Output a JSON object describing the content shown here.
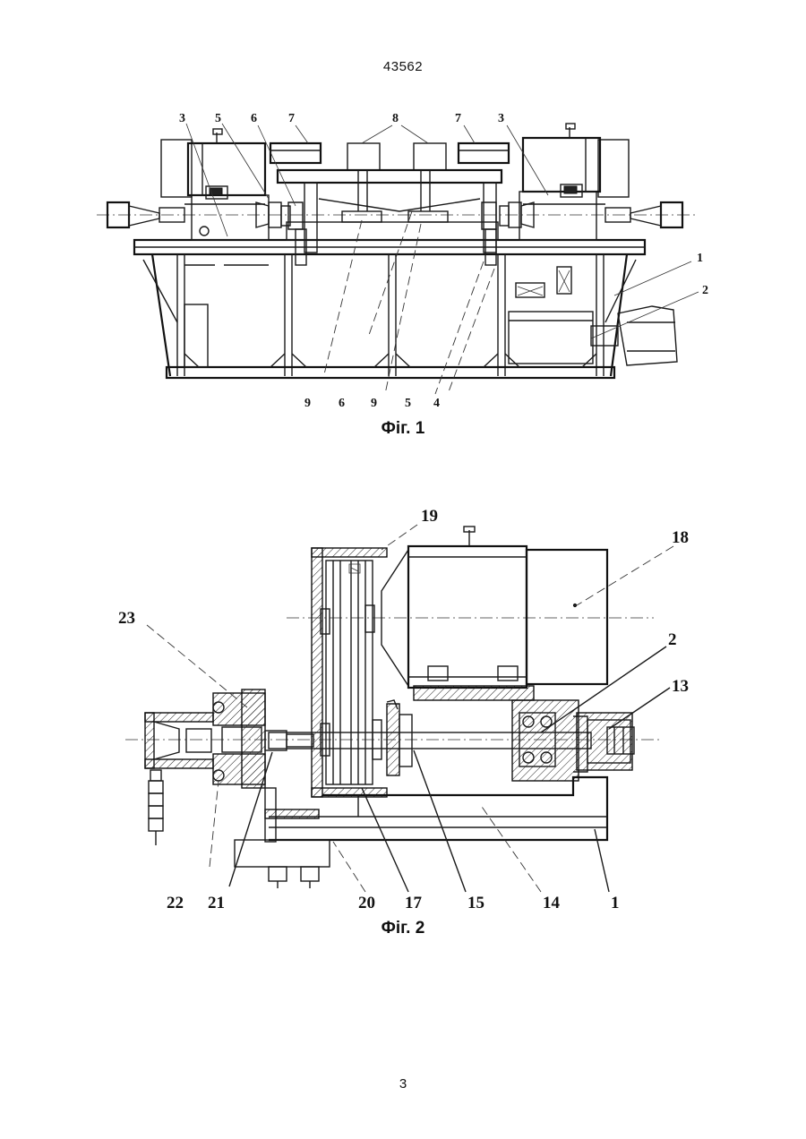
{
  "header": {
    "doc_number": "43562"
  },
  "figures": [
    {
      "caption": "Фіг. 1",
      "top_labels": [
        "3",
        "5",
        "6",
        "7",
        "8",
        "7",
        "3"
      ],
      "right_labels": [
        "1",
        "2"
      ],
      "bottom_labels": [
        "9",
        "6",
        "9",
        "5",
        "4"
      ]
    },
    {
      "caption": "Фіг. 2",
      "labels": {
        "l19": "19",
        "l18": "18",
        "l23": "23",
        "l2": "2",
        "l13": "13",
        "l22": "22",
        "l21": "21",
        "l20": "20",
        "l17": "17",
        "l15": "15",
        "l14": "14",
        "l1": "1"
      }
    }
  ],
  "footer": {
    "page_number": "3"
  }
}
